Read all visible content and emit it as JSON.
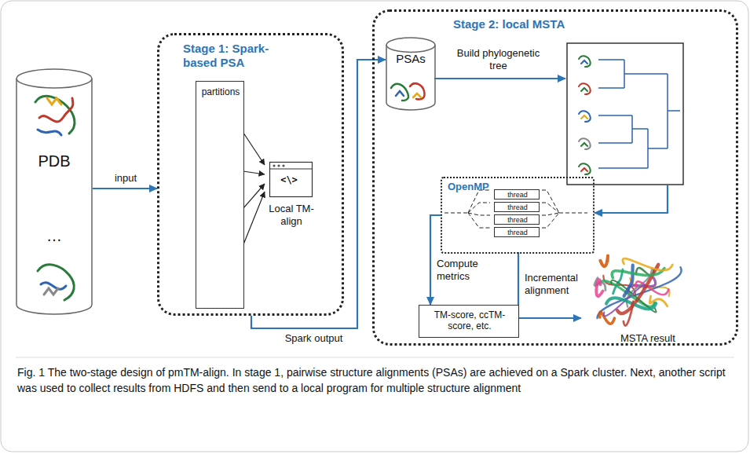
{
  "diagram": {
    "caption": "Fig. 1 The two-stage design of pmTM-align. In stage 1, pairwise structure alignments (PSAs) are achieved on a Spark cluster. Next, another script was used to collect results from HDFS and then send to a local program for multiple structure alignment",
    "nodes": [
      {
        "text": [
          "PDB",
          "…"
        ]
      },
      {
        "text": [
          "Stage 1: Spark-based PSA"
        ]
      },
      {
        "text": [
          "partitions"
        ],
        "in": 1
      },
      {
        "text": [
          "Local TM-align"
        ],
        "in": 1
      },
      {
        "text": [
          "Stage 2: local MSTA"
        ]
      },
      {
        "text": [
          "PSAs"
        ],
        "in": 4
      },
      {
        "text": [
          "OpenMP"
        ],
        "in": 4
      },
      {
        "text": [
          "thread"
        ],
        "in": 6
      },
      {
        "text": [
          "thread"
        ],
        "in": 6
      },
      {
        "text": [
          "thread"
        ],
        "in": 6
      },
      {
        "text": [
          "thread"
        ],
        "in": 6
      },
      {
        "text": [
          "TM-score, ccTM-score, etc."
        ],
        "in": 4
      }
    ],
    "edges": [
      {
        "from": 0,
        "to": 1,
        "label": "input",
        "arrow": "to"
      },
      {
        "from": 1,
        "to": 5,
        "label": "Spark output",
        "arrow": "to"
      },
      {
        "from": 6,
        "to": 11,
        "label": "Compute metrics",
        "arrow": "to"
      }
    ],
    "labels": [
      "Build phylogenetic tree",
      "Incremental alignment",
      "MSTA result",
      "<\\>"
    ]
  }
}
